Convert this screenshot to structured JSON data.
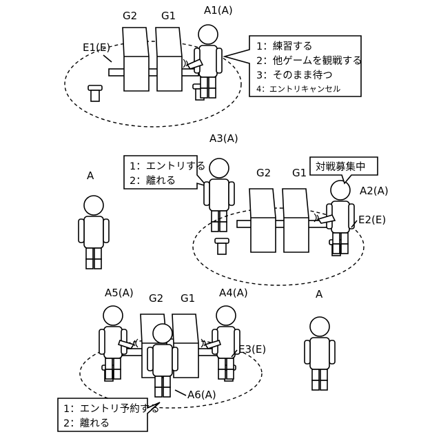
{
  "scene_top": {
    "machine_label_left": "G2",
    "machine_label_right": "G1",
    "player_label": "A1(A)",
    "area_label": "E1(E)",
    "menu": {
      "item1": "1：練習する",
      "item2": "2：他ゲームを観戦する",
      "item3": "3：そのまま待つ",
      "item4": "4：エントリキャンセル"
    }
  },
  "scene_middle": {
    "standby_label": "A",
    "entrant_label": "A3(A)",
    "machine_label_left": "G2",
    "machine_label_right": "G1",
    "seated_label": "A2(A)",
    "area_label": "E2(E)",
    "recruit_bubble": "対戦募集中",
    "menu": {
      "item1": "1：エントリする",
      "item2": "2：離れる"
    }
  },
  "scene_bottom": {
    "left_player_label": "A5(A)",
    "machine_label_left": "G2",
    "machine_label_right": "G1",
    "right_player_label": "A4(A)",
    "area_label": "E3(E)",
    "standby_label": "A",
    "waiting_label": "A6(A)",
    "menu": {
      "item1": "1：エントリ予約する",
      "item2": "2：離れる"
    }
  }
}
